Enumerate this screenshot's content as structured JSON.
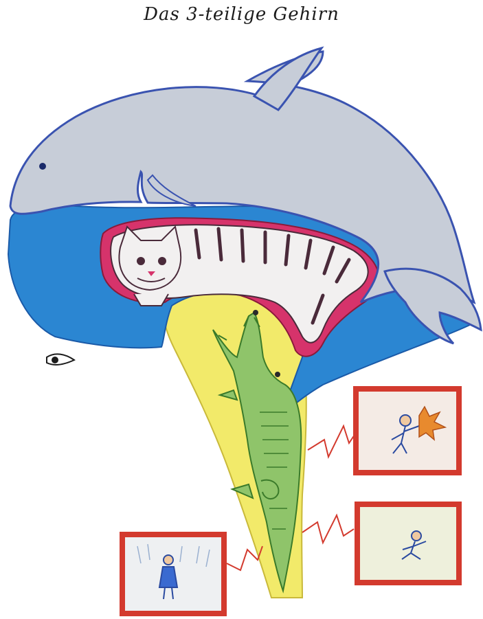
{
  "title": "Das 3-teilige Gehirn",
  "layers": [
    {
      "name": "dolphin",
      "fill": "#c7cdd8",
      "outline": "#3a53b0"
    },
    {
      "name": "water",
      "fill": "#2b86d2"
    },
    {
      "name": "cat",
      "fill": "#f2f0f0",
      "stripes": "#4a2a3a",
      "background": "#d6336b"
    },
    {
      "name": "crocodile",
      "fill": "#8fc46a",
      "background": "#f2ea6a"
    }
  ],
  "frames": [
    {
      "name": "child-fighting",
      "border": "#d33a2e"
    },
    {
      "name": "child-running",
      "border": "#d33a2e"
    },
    {
      "name": "child-frozen",
      "border": "#d33a2e"
    }
  ],
  "colors": {
    "zigzag": "#d33a2e",
    "brainstem": "#f2ea6a"
  }
}
